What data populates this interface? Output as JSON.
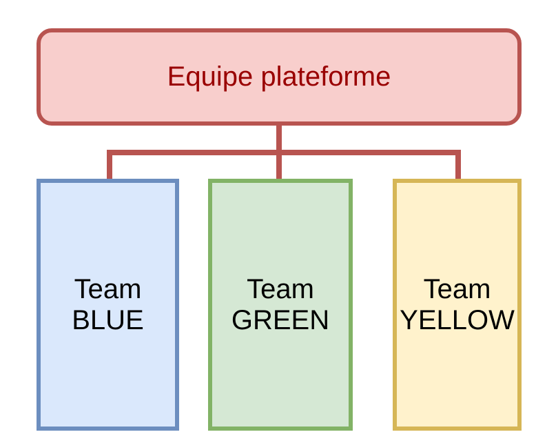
{
  "diagram": {
    "title_node": {
      "label": "Equipe plateforme",
      "fill": "#f8cecc",
      "stroke": "#b85450",
      "text_color": "#990000"
    },
    "nodes": [
      {
        "label": "Team\nBLUE",
        "fill": "#dae8fc",
        "stroke": "#6c8ebf",
        "text_color": "#000000"
      },
      {
        "label": "Team\nGREEN",
        "fill": "#d5e8d4",
        "stroke": "#82b366",
        "text_color": "#000000"
      },
      {
        "label": "Team\nYELLOW",
        "fill": "#fff2cc",
        "stroke": "#d6b656",
        "text_color": "#000000"
      }
    ],
    "connector_color": "#b85450",
    "background_color": "#ffffff"
  }
}
